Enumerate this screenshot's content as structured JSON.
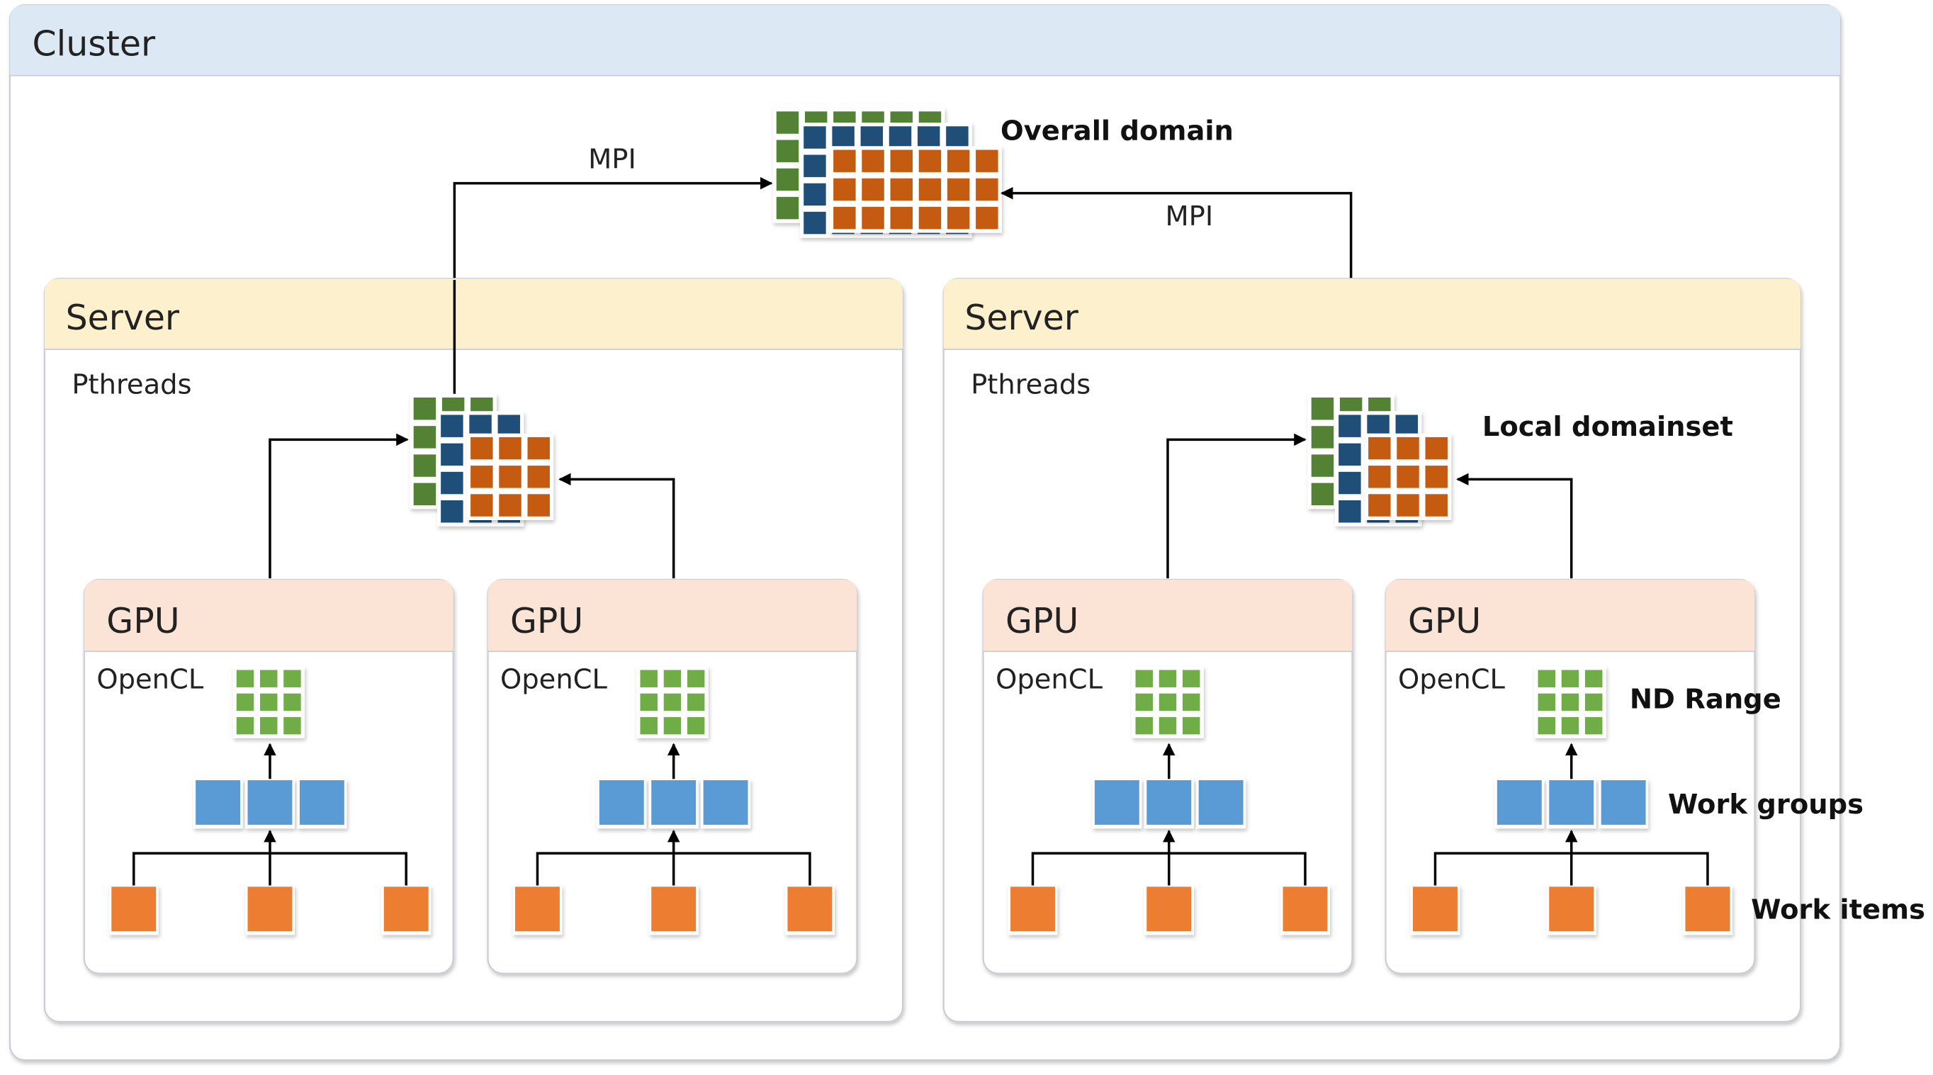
{
  "cluster": {
    "title": "Cluster"
  },
  "overall": {
    "label": "Overall domain"
  },
  "links": {
    "left_label": "MPI",
    "right_label": "MPI"
  },
  "servers": [
    {
      "title": "Server",
      "layer": "Pthreads",
      "domain_label": "",
      "gpus": [
        {
          "title": "GPU",
          "layer": "OpenCL"
        },
        {
          "title": "GPU",
          "layer": "OpenCL"
        }
      ]
    },
    {
      "title": "Server",
      "layer": "Pthreads",
      "domain_label": "Local domainset",
      "gpus": [
        {
          "title": "GPU",
          "layer": "OpenCL"
        },
        {
          "title": "GPU",
          "layer": "OpenCL"
        }
      ]
    }
  ],
  "legend": {
    "nd_range": "ND Range",
    "work_groups": "Work groups",
    "work_items": "Work items"
  },
  "colors": {
    "cluster_header": "#dce9f5",
    "server_header": "#fdf0cc",
    "gpu_header": "#fbe4d5",
    "domain_green": "#548235",
    "domain_blue": "#1f4e79",
    "domain_orange": "#c55a11",
    "ndrange_green": "#70ad47",
    "workgroup_blue": "#5b9bd5",
    "workitem_orange": "#ed7d31",
    "border": "#c9ccd2"
  }
}
